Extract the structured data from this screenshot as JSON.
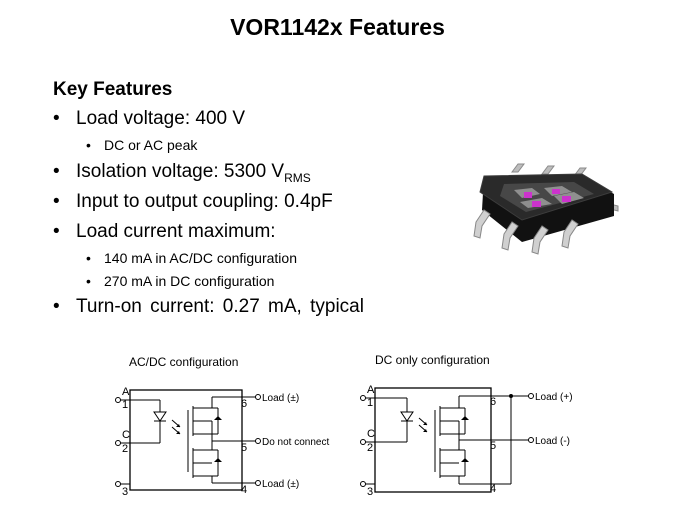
{
  "title": "VOR1142x Features",
  "features": {
    "heading": "Key Features",
    "load_voltage": "Load voltage: 400 V",
    "load_voltage_sub": "DC or AC peak",
    "isolation_prefix": "Isolation voltage: 5300 V",
    "isolation_subscript": "RMS",
    "coupling": "Input to output coupling: 0.4pF",
    "load_current": "Load current maximum:",
    "load_current_sub1": "140 mA in AC/DC configuration",
    "load_current_sub2": "270 mA in DC configuration",
    "turn_on": "Turn-on current: 0.27 mA, typical",
    "bullet": "•"
  },
  "diagram_acdc": {
    "caption": "AC/DC configuration",
    "pins": {
      "a": "A",
      "one": "1",
      "c": "C",
      "two": "2",
      "three": "3",
      "four": "4",
      "five": "5",
      "six": "6"
    },
    "labels": {
      "load_top": "Load (±)",
      "middle": "Do not connect",
      "load_bottom": "Load (±)"
    }
  },
  "diagram_dc": {
    "caption": "DC only configuration",
    "pins": {
      "a": "A",
      "one": "1",
      "c": "C",
      "two": "2",
      "three": "3",
      "four": "4",
      "five": "5",
      "six": "6"
    },
    "labels": {
      "load_plus": "Load (+)",
      "load_minus": "Load (-)"
    }
  },
  "colors": {
    "chip_body": "#1c1c1c",
    "chip_highlight": "#cc33cc",
    "leads": "#c8c8c8"
  }
}
